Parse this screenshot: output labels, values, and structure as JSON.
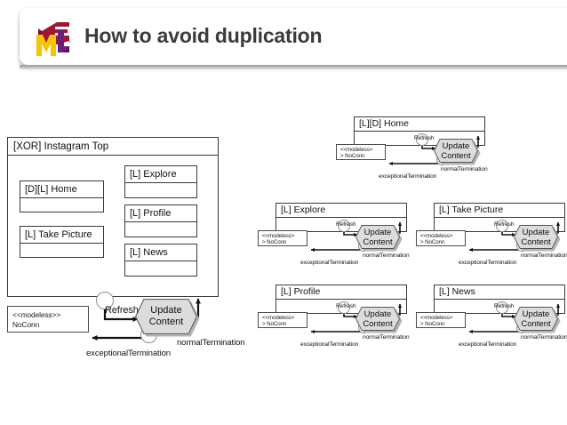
{
  "header": {
    "title": "How to avoid duplication",
    "logo": {
      "name": "ml-logo",
      "alt": "ML",
      "letter_m": "M",
      "letter_l": "L",
      "colors": {
        "m": "#f2c600",
        "l": "#6b1f7a",
        "book": "#a31432",
        "book_dark": "#7e0f26"
      }
    },
    "title_color": "#3b3b3b",
    "bar_color": "#ffffff"
  },
  "theme": {
    "background": "#ffffff",
    "line": "#3a3a3a",
    "hex_fill": "#dcdcdc",
    "hex_shadow": "#b4b4b4",
    "port_fill": "#ffffff",
    "port_stroke": "#8d8d8d",
    "text": "#111111"
  },
  "main_diagram": {
    "container": {
      "title": "[XOR] Instagram Top",
      "children": [
        {
          "title": "[D][L] Home"
        },
        {
          "title": "[L] Take Picture"
        },
        {
          "title": "[L] Explore"
        },
        {
          "title": "[L] Profile"
        },
        {
          "title": "[L] News"
        }
      ]
    },
    "note": "<<modeless>>\nNoConn",
    "hexagon": {
      "line1": "Update",
      "line2": "Content"
    },
    "labels": {
      "refresh": "Refresh",
      "normal_termination": "normalTermination",
      "exceptional_termination": "exceptionalTermination"
    }
  },
  "modules": [
    {
      "id": "home",
      "title": "[L][D] Home",
      "note": "<<modeless>\n> NoConn",
      "hexagon": {
        "line1": "Update",
        "line2": "Content"
      },
      "labels": {
        "refresh": "Refresh",
        "normal_termination": "normalTermination",
        "exceptional_termination": "exceptionalTermination"
      }
    },
    {
      "id": "explore",
      "title": "[L] Explore",
      "note": "<<modeless>\n> NoConn",
      "hexagon": {
        "line1": "Update",
        "line2": "Content"
      },
      "labels": {
        "refresh": "Refresh",
        "normal_termination": "normalTermination",
        "exceptional_termination": "exceptionalTermination"
      }
    },
    {
      "id": "takepicture",
      "title": "[L] Take Picture",
      "note": "<<modeless>\n> NoConn",
      "hexagon": {
        "line1": "Update",
        "line2": "Content"
      },
      "labels": {
        "refresh": "Refresh",
        "normal_termination": "normalTermination",
        "exceptional_termination": "exceptionalTermination"
      }
    },
    {
      "id": "profile",
      "title": "[L] Profile",
      "note": "<<modeless>\n> NoConn",
      "hexagon": {
        "line1": "Update",
        "line2": "Content"
      },
      "labels": {
        "refresh": "Refresh",
        "normal_termination": "normalTermination",
        "exceptional_termination": "exceptionalTermination"
      }
    },
    {
      "id": "news",
      "title": "[L] News",
      "note": "<<modeless>\n> NoConn",
      "hexagon": {
        "line1": "Update",
        "line2": "Content"
      },
      "labels": {
        "refresh": "Refresh",
        "normal_termination": "normalTermination",
        "exceptional_termination": "exceptionalTermination"
      }
    }
  ]
}
